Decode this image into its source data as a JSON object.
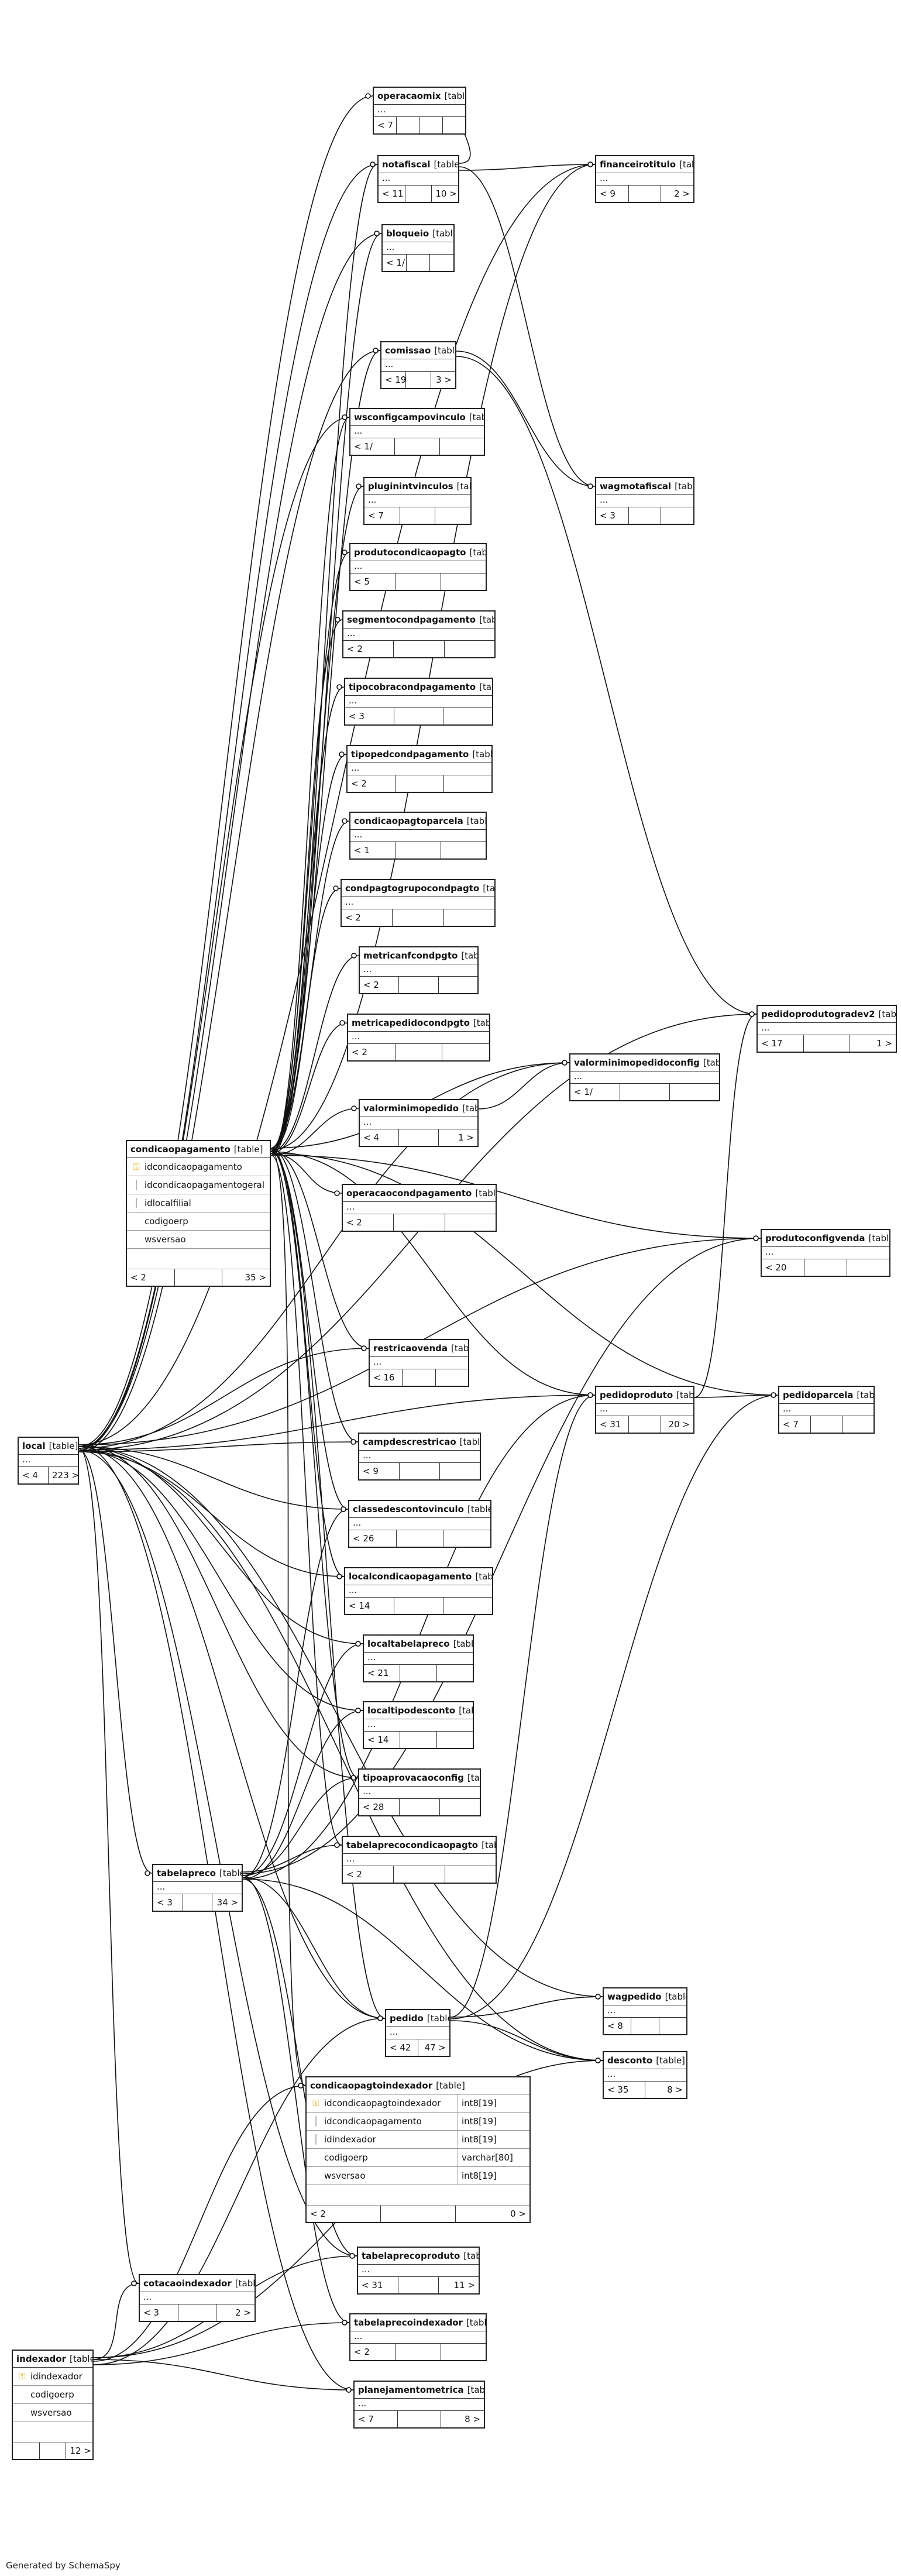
{
  "footer": "Generated by SchemaSpy",
  "tables": [
    {
      "id": "operacaomix",
      "name": "operacaomix",
      "type": "[table]",
      "footer": [
        "< 7",
        "",
        "",
        ""
      ]
    },
    {
      "id": "notafiscal",
      "name": "notafiscal",
      "type": "[table]",
      "footer": [
        "< 11",
        "",
        "10 >"
      ]
    },
    {
      "id": "financeirotitulo",
      "name": "financeirotitulo",
      "type": "[table]",
      "footer": [
        "< 9",
        "",
        "2 >"
      ]
    },
    {
      "id": "bloqueio",
      "name": "bloqueio",
      "type": "[table]",
      "footer": [
        "< 1/",
        "",
        ""
      ]
    },
    {
      "id": "comissao",
      "name": "comissao",
      "type": "[table]",
      "footer": [
        "< 19",
        "",
        "3 >"
      ]
    },
    {
      "id": "wsconfigcampovinculo",
      "name": "wsconfigcampovinculo",
      "type": "[table]",
      "footer": [
        "< 1/",
        "",
        ""
      ]
    },
    {
      "id": "wagmotafiscal",
      "name": "wagmotafiscal",
      "type": "[table]",
      "footer": [
        "< 3",
        "",
        ""
      ]
    },
    {
      "id": "pluginintvinculos",
      "name": "pluginintvinculos",
      "type": "[table]",
      "footer": [
        "< 7",
        "",
        ""
      ]
    },
    {
      "id": "produtocondicaopagto",
      "name": "produtocondicaopagto",
      "type": "[table]",
      "footer": [
        "< 5",
        "",
        ""
      ]
    },
    {
      "id": "segmentocondpagamento",
      "name": "segmentocondpagamento",
      "type": "[table]",
      "footer": [
        "< 2",
        "",
        ""
      ]
    },
    {
      "id": "tipocobracondpagamento",
      "name": "tipocobracondpagamento",
      "type": "[table]",
      "footer": [
        "< 3",
        "",
        ""
      ]
    },
    {
      "id": "tipopedcondpagamento",
      "name": "tipopedcondpagamento",
      "type": "[table]",
      "footer": [
        "< 2",
        "",
        ""
      ]
    },
    {
      "id": "condicaopagtoparcela",
      "name": "condicaopagtoparcela",
      "type": "[table]",
      "footer": [
        "< 1",
        "",
        ""
      ]
    },
    {
      "id": "condpagtogrupocondpagto",
      "name": "condpagtogrupocondpagto",
      "type": "[table]",
      "footer": [
        "< 2",
        "",
        ""
      ]
    },
    {
      "id": "metricanfcondpgto",
      "name": "metricanfcondpgto",
      "type": "[table]",
      "footer": [
        "< 2",
        "",
        ""
      ]
    },
    {
      "id": "pedidoprodutogradev2",
      "name": "pedidoprodutogradev2",
      "type": "[table]",
      "footer": [
        "< 17",
        "",
        "1 >"
      ]
    },
    {
      "id": "metricapedidocondpgto",
      "name": "metricapedidocondpgto",
      "type": "[table]",
      "footer": [
        "< 2",
        "",
        ""
      ]
    },
    {
      "id": "valorminimopedidoconfig",
      "name": "valorminimopedidoconfig",
      "type": "[table]",
      "footer": [
        "< 1/",
        "",
        ""
      ]
    },
    {
      "id": "valorminimopedido",
      "name": "valorminimopedido",
      "type": "[table]",
      "footer": [
        "< 4",
        "",
        "1 >"
      ]
    },
    {
      "id": "condicaopagamento",
      "name": "condicaopagamento",
      "type": "[table]",
      "rows": [
        {
          "key": "pk",
          "name": "idcondicaopagamento",
          "type": ""
        },
        {
          "key": "fk",
          "name": "idcondicaopagamentogeral",
          "type": ""
        },
        {
          "key": "fk",
          "name": "idlocalfilial",
          "type": ""
        },
        {
          "key": "",
          "name": "codigoerp",
          "type": ""
        },
        {
          "key": "",
          "name": "wsversao",
          "type": ""
        }
      ],
      "footer": [
        "< 2",
        "",
        "35 >"
      ]
    },
    {
      "id": "operacaocondpagamento",
      "name": "operacaocondpagamento",
      "type": "[table]",
      "footer": [
        "< 2",
        "",
        ""
      ]
    },
    {
      "id": "produtoconfigvenda",
      "name": "produtoconfigvenda",
      "type": "[table]",
      "footer": [
        "< 20",
        "",
        ""
      ]
    },
    {
      "id": "restricaovenda",
      "name": "restricaovenda",
      "type": "[table]",
      "footer": [
        "< 16",
        "",
        ""
      ]
    },
    {
      "id": "pedidoproduto",
      "name": "pedidoproduto",
      "type": "[table]",
      "footer": [
        "< 31",
        "",
        "20 >"
      ]
    },
    {
      "id": "pedidoparcela",
      "name": "pedidoparcela",
      "type": "[table]",
      "footer": [
        "< 7",
        "",
        ""
      ]
    },
    {
      "id": "local",
      "name": "local",
      "type": "[table]",
      "footer": [
        "< 4",
        "223 >"
      ]
    },
    {
      "id": "campdescrestricao",
      "name": "campdescrestricao",
      "type": "[table]",
      "footer": [
        "< 9",
        "",
        ""
      ]
    },
    {
      "id": "classedescontovinculo",
      "name": "classedescontovinculo",
      "type": "[table]",
      "footer": [
        "< 26",
        "",
        ""
      ]
    },
    {
      "id": "localcondicaopagamento",
      "name": "localcondicaopagamento",
      "type": "[table]",
      "footer": [
        "< 14",
        "",
        ""
      ]
    },
    {
      "id": "localtabelapreco",
      "name": "localtabelapreco",
      "type": "[table]",
      "footer": [
        "< 21",
        "",
        ""
      ]
    },
    {
      "id": "localtipodesconto",
      "name": "localtipodesconto",
      "type": "[table]",
      "footer": [
        "< 14",
        "",
        ""
      ]
    },
    {
      "id": "tipoaprovacaoconfig",
      "name": "tipoaprovacaoconfig",
      "type": "[table]",
      "footer": [
        "< 28",
        "",
        ""
      ]
    },
    {
      "id": "tabelapreco",
      "name": "tabelapreco",
      "type": "[table]",
      "footer": [
        "< 3",
        "",
        "34 >"
      ]
    },
    {
      "id": "tabelaprecocondicaopagto",
      "name": "tabelaprecocondicaopagto",
      "type": "[table]",
      "footer": [
        "< 2",
        "",
        ""
      ]
    },
    {
      "id": "pedido",
      "name": "pedido",
      "type": "[table]",
      "footer": [
        "< 42",
        "47 >"
      ]
    },
    {
      "id": "wagpedido",
      "name": "wagpedido",
      "type": "[table]",
      "footer": [
        "< 8",
        "",
        ""
      ]
    },
    {
      "id": "desconto",
      "name": "desconto",
      "type": "[table]",
      "footer": [
        "< 35",
        "8 >"
      ]
    },
    {
      "id": "condicaopagtoindexador",
      "name": "condicaopagtoindexador",
      "type": "[table]",
      "rows": [
        {
          "key": "pk",
          "name": "idcondicaopagtoindexador",
          "type": "int8[19]"
        },
        {
          "key": "fk",
          "name": "idcondicaopagamento",
          "type": "int8[19]"
        },
        {
          "key": "fk",
          "name": "idindexador",
          "type": "int8[19]"
        },
        {
          "key": "",
          "name": "codigoerp",
          "type": "varchar[80]"
        },
        {
          "key": "",
          "name": "wsversao",
          "type": "int8[19]"
        }
      ],
      "footer": [
        "< 2",
        "",
        "0 >"
      ]
    },
    {
      "id": "tabelaprecoproduto",
      "name": "tabelaprecoproduto",
      "type": "[table]",
      "footer": [
        "< 31",
        "",
        "11 >"
      ]
    },
    {
      "id": "cotacaoindexador",
      "name": "cotacaoindexador",
      "type": "[table]",
      "footer": [
        "< 3",
        "",
        "2 >"
      ]
    },
    {
      "id": "tabelaprecoindexador",
      "name": "tabelaprecoindexador",
      "type": "[table]",
      "footer": [
        "< 2",
        "",
        ""
      ]
    },
    {
      "id": "planejamentometrica",
      "name": "planejamentometrica",
      "type": "[table]",
      "footer": [
        "< 7",
        "",
        "8 >"
      ]
    },
    {
      "id": "indexador",
      "name": "indexador",
      "type": "[table]",
      "rows": [
        {
          "key": "pk",
          "name": "idindexador",
          "type": ""
        },
        {
          "key": "",
          "name": "codigoerp",
          "type": ""
        },
        {
          "key": "",
          "name": "wsversao",
          "type": ""
        }
      ],
      "footer": [
        "",
        "",
        "12 >"
      ]
    }
  ],
  "relationships": [
    [
      "notafiscal",
      "operacaomix"
    ],
    [
      "local",
      "operacaomix"
    ],
    [
      "local",
      "notafiscal"
    ],
    [
      "condicaopagamento",
      "notafiscal"
    ],
    [
      "notafiscal",
      "financeirotitulo"
    ],
    [
      "local",
      "financeirotitulo"
    ],
    [
      "condicaopagamento",
      "financeirotitulo"
    ],
    [
      "local",
      "bloqueio"
    ],
    [
      "condicaopagamento",
      "bloqueio"
    ],
    [
      "local",
      "comissao"
    ],
    [
      "condicaopagamento",
      "comissao"
    ],
    [
      "comissao",
      "wagmotafiscal"
    ],
    [
      "notafiscal",
      "wagmotafiscal"
    ],
    [
      "local",
      "wsconfigcampovinculo"
    ],
    [
      "condicaopagamento",
      "wsconfigcampovinculo"
    ],
    [
      "condicaopagamento",
      "pluginintvinculos"
    ],
    [
      "condicaopagamento",
      "produtocondicaopagto"
    ],
    [
      "condicaopagamento",
      "segmentocondpagamento"
    ],
    [
      "condicaopagamento",
      "tipocobracondpagamento"
    ],
    [
      "condicaopagamento",
      "tipopedcondpagamento"
    ],
    [
      "condicaopagamento",
      "condicaopagtoparcela"
    ],
    [
      "condicaopagamento",
      "condpagtogrupocondpagto"
    ],
    [
      "condicaopagamento",
      "metricanfcondpgto"
    ],
    [
      "condicaopagamento",
      "metricapedidocondpgto"
    ],
    [
      "condicaopagamento",
      "valorminimopedido"
    ],
    [
      "condicaopagamento",
      "valorminimopedidoconfig"
    ],
    [
      "valorminimopedido",
      "valorminimopedidoconfig"
    ],
    [
      "local",
      "valorminimopedidoconfig"
    ],
    [
      "condicaopagamento",
      "operacaocondpagamento"
    ],
    [
      "condicaopagamento",
      "produtoconfigvenda"
    ],
    [
      "local",
      "produtoconfigvenda"
    ],
    [
      "tabelapreco",
      "produtoconfigvenda"
    ],
    [
      "pedidoproduto",
      "pedidoprodutogradev2"
    ],
    [
      "local",
      "pedidoprodutogradev2"
    ],
    [
      "comissao",
      "pedidoprodutogradev2"
    ],
    [
      "local",
      "restricaovenda"
    ],
    [
      "condicaopagamento",
      "restricaovenda"
    ],
    [
      "condicaopagamento",
      "pedidoproduto"
    ],
    [
      "local",
      "pedidoproduto"
    ],
    [
      "tabelapreco",
      "pedidoproduto"
    ],
    [
      "pedido",
      "pedidoproduto"
    ],
    [
      "pedido",
      "pedidoparcela"
    ],
    [
      "pedidoproduto",
      "pedidoparcela"
    ],
    [
      "condicaopagamento",
      "pedidoparcela"
    ],
    [
      "local",
      "campdescrestricao"
    ],
    [
      "condicaopagamento",
      "campdescrestricao"
    ],
    [
      "local",
      "classedescontovinculo"
    ],
    [
      "condicaopagamento",
      "classedescontovinculo"
    ],
    [
      "tabelapreco",
      "classedescontovinculo"
    ],
    [
      "local",
      "localcondicaopagamento"
    ],
    [
      "condicaopagamento",
      "localcondicaopagamento"
    ],
    [
      "local",
      "localtabelapreco"
    ],
    [
      "tabelapreco",
      "localtabelapreco"
    ],
    [
      "local",
      "localtipodesconto"
    ],
    [
      "tabelapreco",
      "localtipodesconto"
    ],
    [
      "local",
      "tipoaprovacaoconfig"
    ],
    [
      "condicaopagamento",
      "tipoaprovacaoconfig"
    ],
    [
      "tabelapreco",
      "tipoaprovacaoconfig"
    ],
    [
      "local",
      "tabelapreco"
    ],
    [
      "condicaopagamento",
      "tabelaprecocondicaopagto"
    ],
    [
      "tabelapreco",
      "tabelaprecocondicaopagto"
    ],
    [
      "local",
      "pedido"
    ],
    [
      "condicaopagamento",
      "pedido"
    ],
    [
      "tabelapreco",
      "pedido"
    ],
    [
      "indexador",
      "pedido"
    ],
    [
      "pedido",
      "wagpedido"
    ],
    [
      "local",
      "wagpedido"
    ],
    [
      "pedido",
      "desconto"
    ],
    [
      "local",
      "desconto"
    ],
    [
      "tabelapreco",
      "desconto"
    ],
    [
      "indexador",
      "desconto"
    ],
    [
      "condicaopagamento",
      "condicaopagtoindexador"
    ],
    [
      "indexador",
      "condicaopagtoindexador"
    ],
    [
      "local",
      "tabelaprecoproduto"
    ],
    [
      "tabelapreco",
      "tabelaprecoproduto"
    ],
    [
      "indexador",
      "tabelaprecoproduto"
    ],
    [
      "indexador",
      "cotacaoindexador"
    ],
    [
      "local",
      "cotacaoindexador"
    ],
    [
      "tabelapreco",
      "tabelaprecoindexador"
    ],
    [
      "indexador",
      "tabelaprecoindexador"
    ],
    [
      "local",
      "planejamentometrica"
    ],
    [
      "indexador",
      "planejamentometrica"
    ]
  ]
}
